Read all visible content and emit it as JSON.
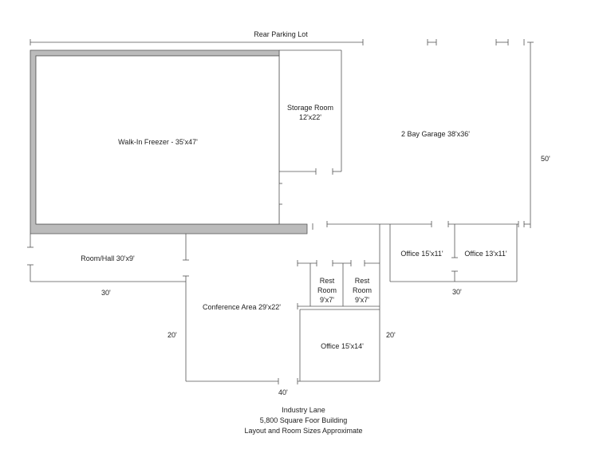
{
  "top_label": "Rear Parking Lot",
  "rooms": {
    "freezer": "Walk-In Freezer - 35'x47'",
    "storage_name": "Storage Room",
    "storage_size": "12'x22'",
    "garage": "2 Bay Garage 38'x36'",
    "hall": "Room/Hall 30'x9'",
    "office1": "Office 15'x11'",
    "office2": "Office 13'x11'",
    "restroom1": [
      "Rest",
      "Room",
      "9'x7'"
    ],
    "restroom2": [
      "Rest",
      "Room",
      "9'x7'"
    ],
    "conference": "Conference Area 29'x22'",
    "office3": "Office 15'x14'"
  },
  "dimensions": {
    "garage_depth": "50'",
    "hall_width": "30'",
    "offices_width": "30'",
    "conference_depth_left": "20'",
    "conference_depth_right": "20'",
    "front_width": "40'"
  },
  "footer": {
    "street": "Industry Lane",
    "building": "5,800 Square Foor Building",
    "note": "Layout and Room Sizes Approximate"
  },
  "colors": {
    "wall": "#bbbbbb",
    "line": "#555555"
  }
}
